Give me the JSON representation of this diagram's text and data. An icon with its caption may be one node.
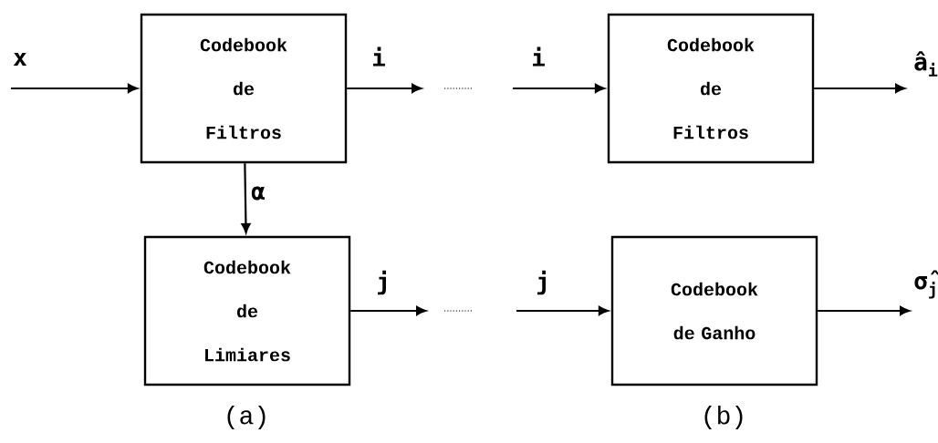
{
  "diagram": {
    "nodes": [
      {
        "text": [
          "Codebook de Filtros"
        ]
      },
      {
        "text": [
          "Codebook de Limiares"
        ]
      },
      {
        "text": [
          "Codebook de Filtros"
        ]
      },
      {
        "text": [
          "Codebook de Ganho"
        ]
      }
    ],
    "edges": [
      {
        "from": null,
        "to": 0,
        "arrow": "to",
        "label": "x"
      },
      {
        "from": 0,
        "to": null,
        "arrow": "to",
        "label": "i"
      },
      {
        "from": 0,
        "to": 1,
        "arrow": "to",
        "label": "α"
      },
      {
        "from": 1,
        "to": null,
        "arrow": "to",
        "label": "j"
      },
      {
        "from": null,
        "to": 2,
        "arrow": "to",
        "label": "i"
      },
      {
        "from": 2,
        "to": null,
        "arrow": "to",
        "label": "â$_{i}$"
      },
      {
        "from": null,
        "to": 3,
        "arrow": "to",
        "label": "j"
      },
      {
        "from": 3,
        "to": null,
        "arrow": "to",
        "label": "σ̂$_{j}$"
      }
    ],
    "labels": [
      "(a)",
      "(b)"
    ]
  }
}
